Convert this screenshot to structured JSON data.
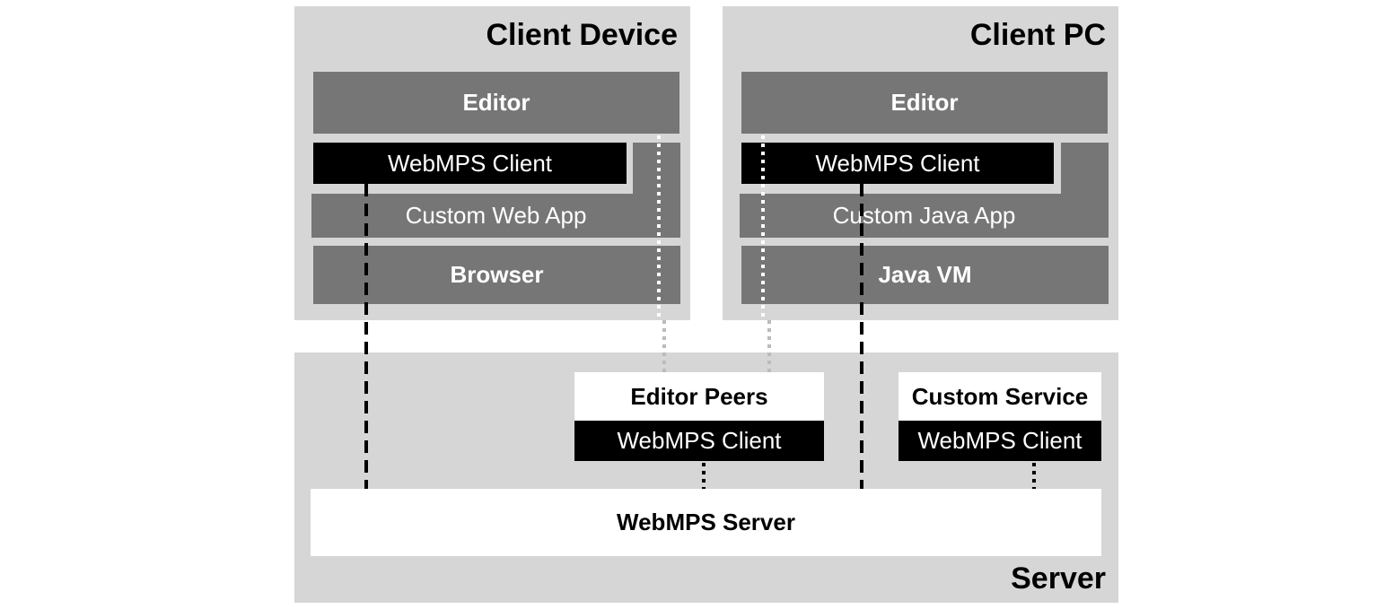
{
  "regions": {
    "client_device": {
      "title": "Client Device",
      "editor": "Editor",
      "webmps_client": "WebMPS Client",
      "custom_app": "Custom Web App",
      "runtime": "Browser"
    },
    "client_pc": {
      "title": "Client PC",
      "editor": "Editor",
      "webmps_client": "WebMPS Client",
      "custom_app": "Custom Java App",
      "runtime": "Java VM"
    },
    "server": {
      "title": "Server",
      "editor_peers": {
        "title": "Editor Peers",
        "client": "WebMPS Client"
      },
      "custom_service": {
        "title": "Custom Service",
        "client": "WebMPS Client"
      },
      "webmps_server": "WebMPS Server"
    }
  },
  "colors": {
    "region_bg": "#d6d6d6",
    "layer_bg": "#767676",
    "client_bg": "#000000",
    "box_bg": "#ffffff",
    "dashed_line": "#000000",
    "dotted_line_light": "#ffffff",
    "dotted_line_gray": "#bbbbbb"
  }
}
